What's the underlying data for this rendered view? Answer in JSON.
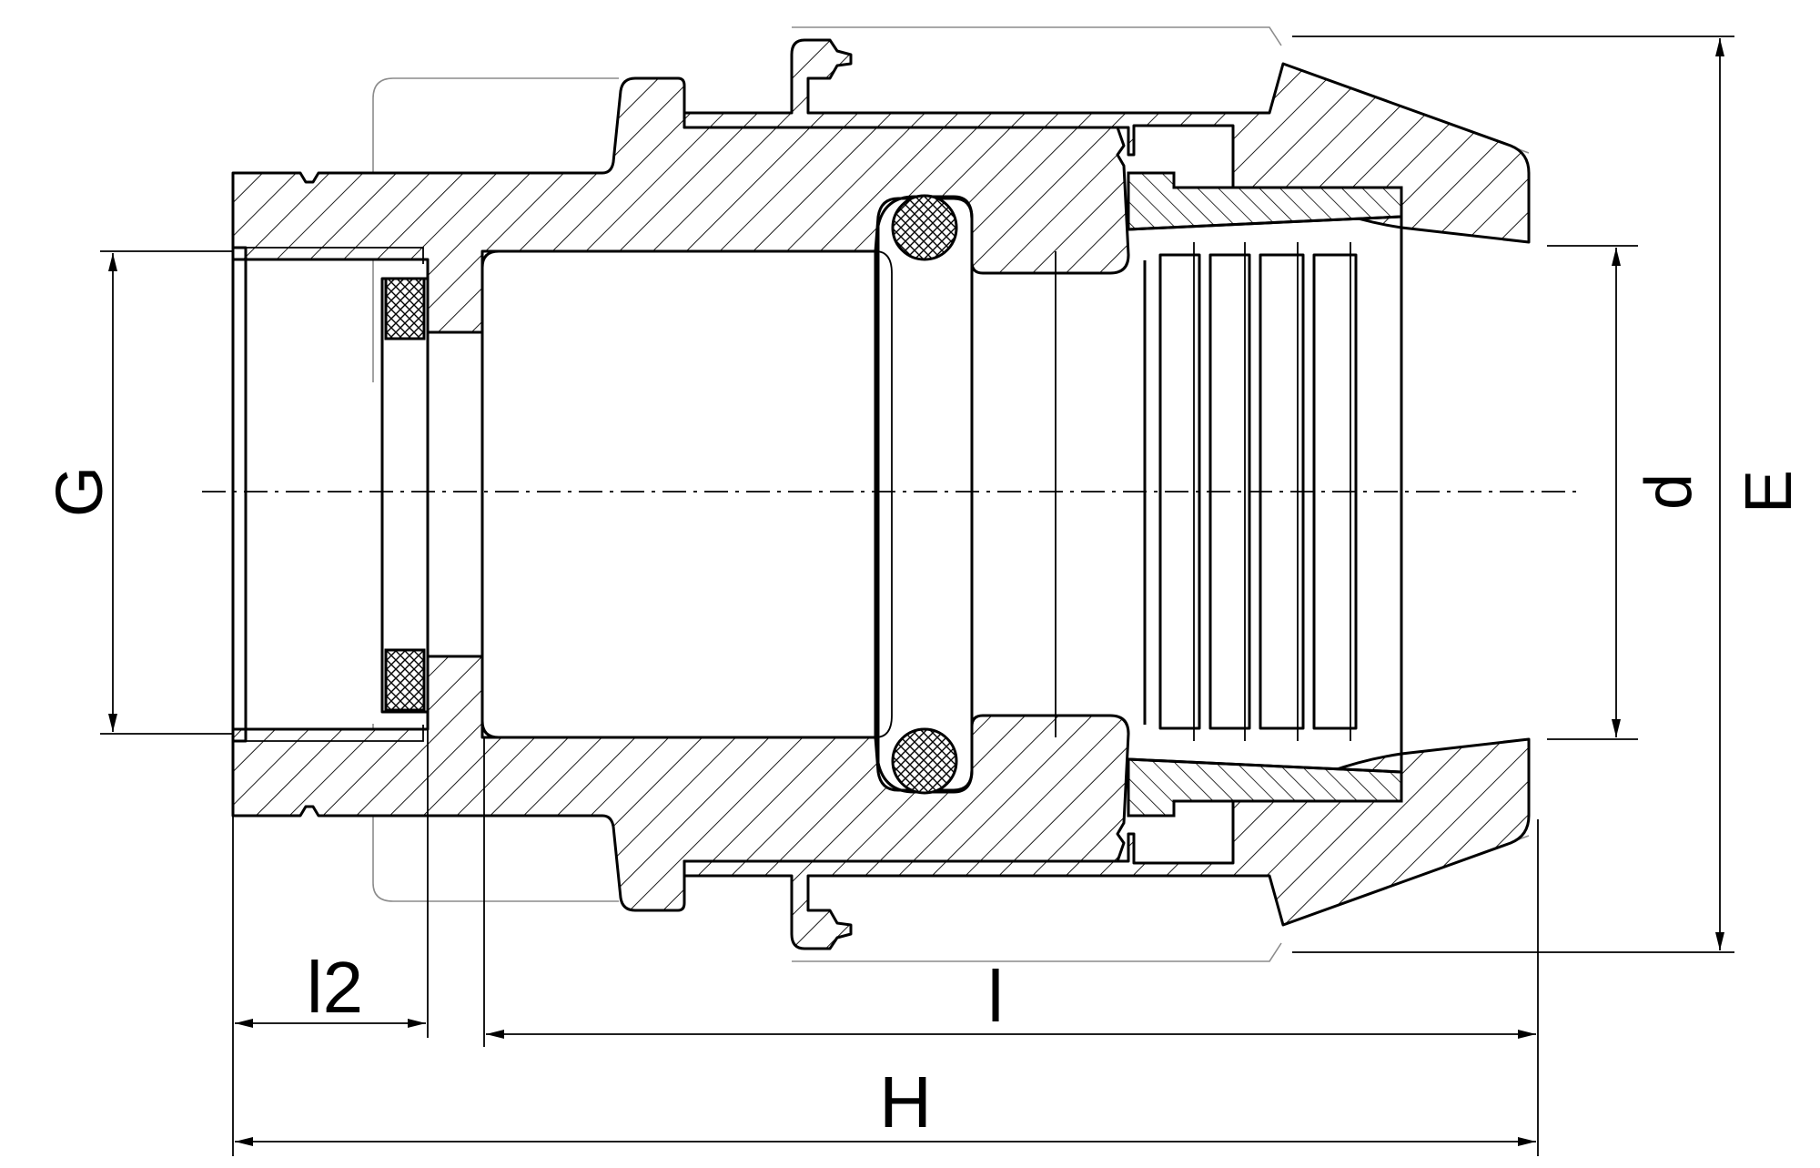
{
  "drawing": {
    "labels": {
      "G": "G",
      "d": "d",
      "E": "E",
      "l2": "l2",
      "l": "l",
      "H": "H"
    }
  }
}
